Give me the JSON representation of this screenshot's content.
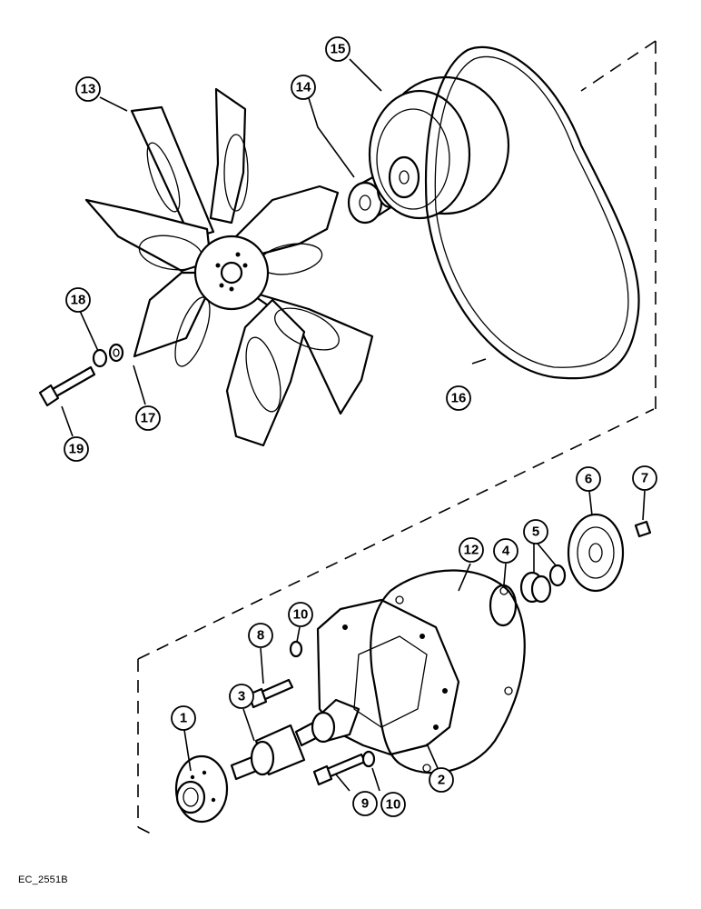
{
  "callouts": [
    "1",
    "2",
    "3",
    "4",
    "5",
    "6",
    "7",
    "8",
    "9",
    "10",
    "10",
    "12",
    "13",
    "14",
    "15",
    "16",
    "17",
    "18",
    "19"
  ],
  "drawing_code": "EC_2551B"
}
